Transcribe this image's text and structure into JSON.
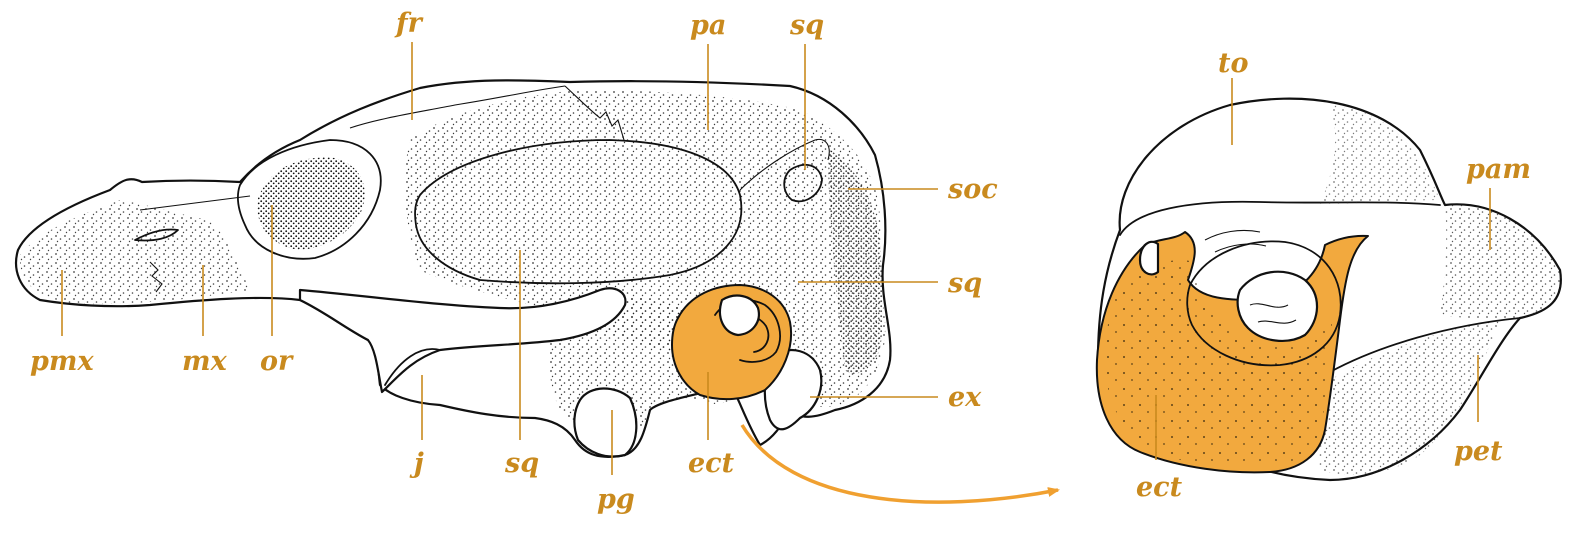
{
  "diagram": {
    "accent_color": "#f2a93e",
    "label_color": "#c98a1e",
    "arrow_color": "#f0a030",
    "skull_labels": {
      "fr": "fr",
      "pa": "pa",
      "sq_top": "sq",
      "soc": "soc",
      "sq_right": "sq",
      "ex": "ex",
      "pmx": "pmx",
      "mx": "mx",
      "or": "or",
      "j": "j",
      "sq_bottom": "sq",
      "pg": "pg",
      "ect": "ect"
    },
    "bulla_labels": {
      "to": "to",
      "pam": "pam",
      "pet": "pet",
      "ect": "ect"
    }
  }
}
